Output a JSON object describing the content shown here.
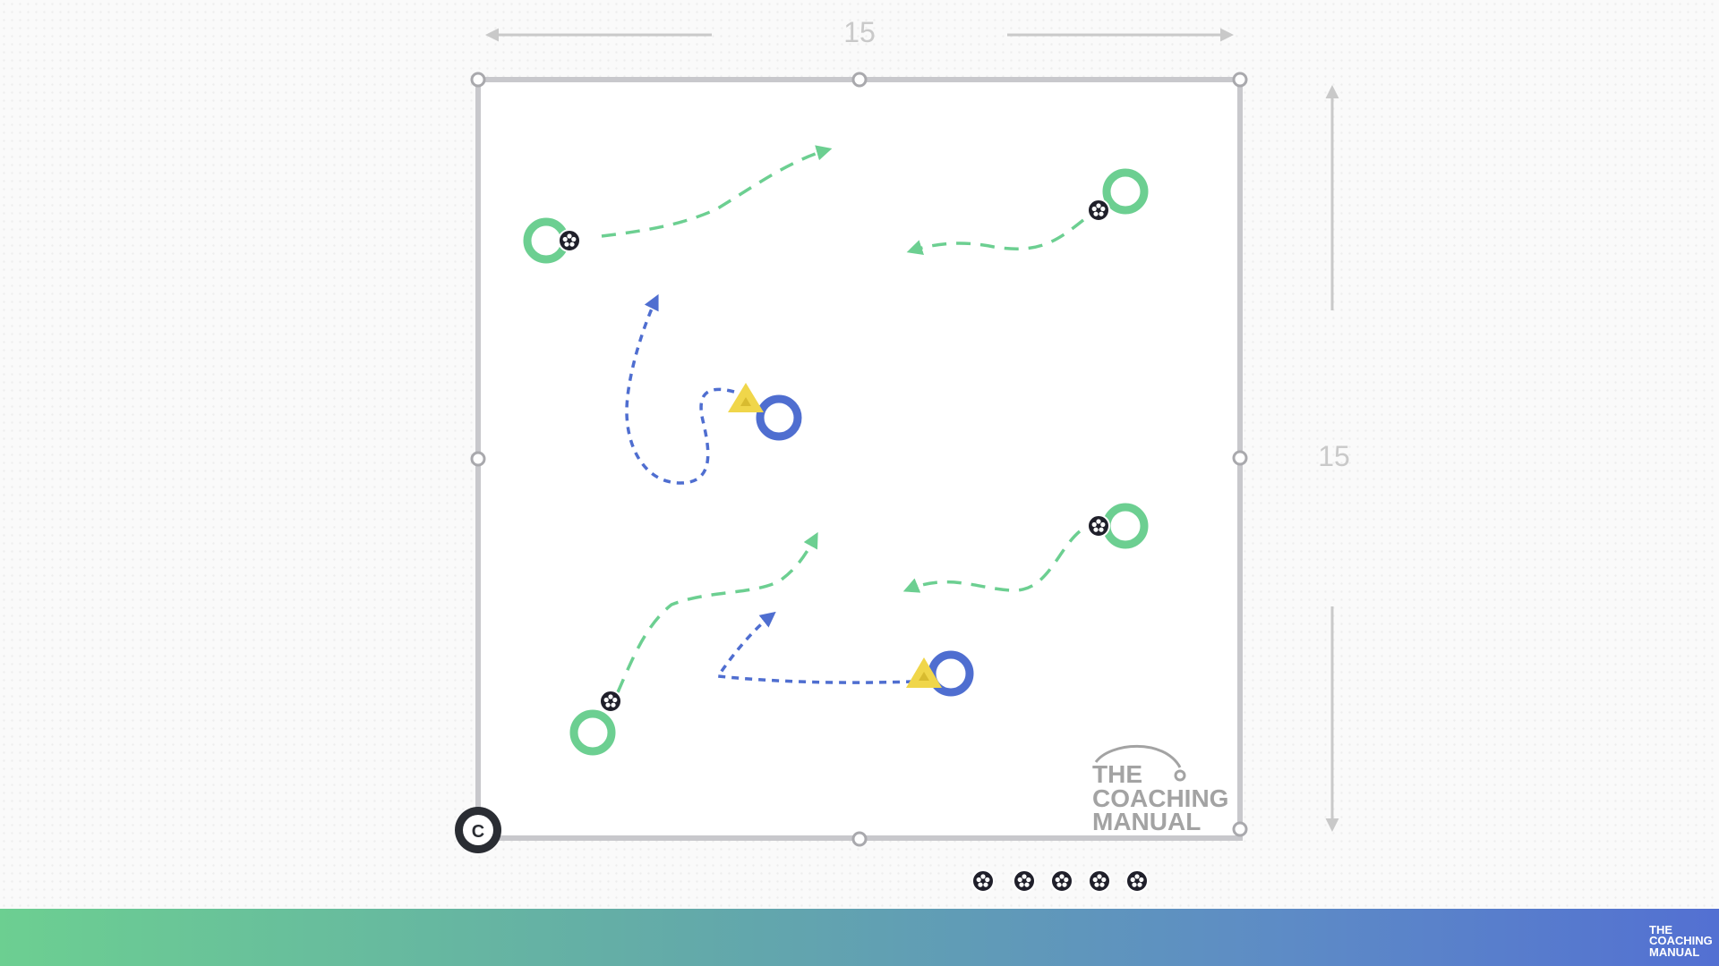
{
  "field": {
    "width_label": "15",
    "height_label": "15"
  },
  "watermark": {
    "line1": "THE",
    "line2": "COACHING",
    "line3": "MANUAL"
  },
  "corner_badge": "C",
  "colors": {
    "field_border": "#c8c8cc",
    "green_player": "#6ccf91",
    "blue_player": "#4f6ed0",
    "yellow_cone": "#f0d64a",
    "footer_gradient_start": "#6ccf91",
    "footer_gradient_end": "#5370d2"
  },
  "icons": [
    "soccer-ball-icon",
    "coach-icon",
    "cone-icon",
    "dimension-arrow-icon"
  ]
}
